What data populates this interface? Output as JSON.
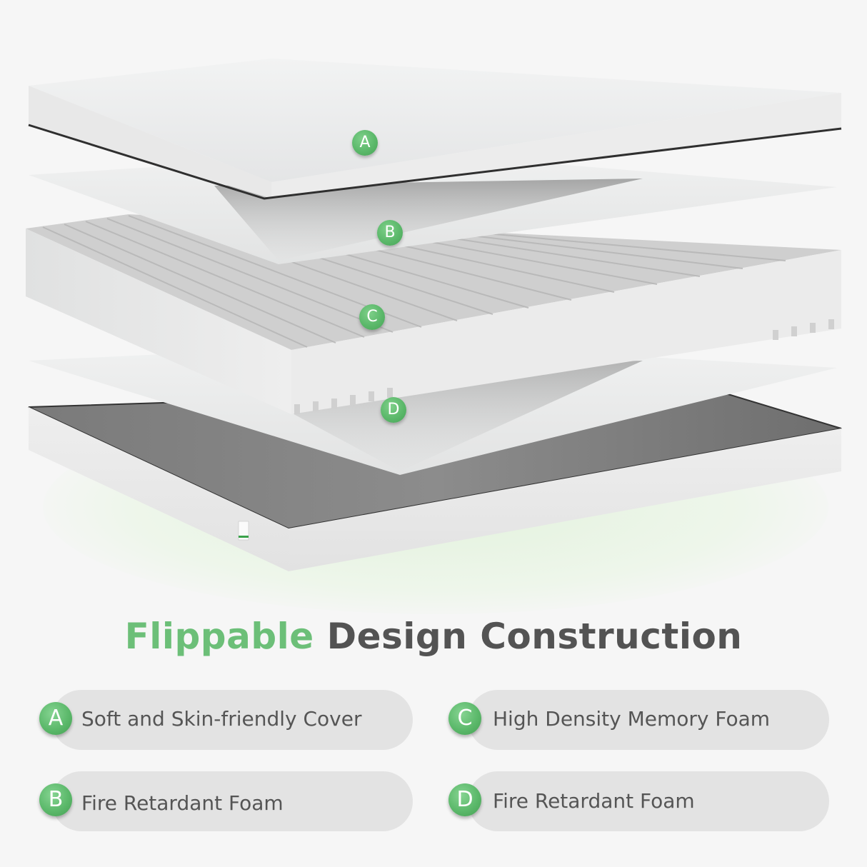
{
  "heading": {
    "highlight": "Flippable",
    "rest": "Design Construction",
    "highlight_color": "#6cbf78",
    "rest_color": "#535353"
  },
  "layers": [
    {
      "letter": "A",
      "label": "Soft and Skin-friendly Cover"
    },
    {
      "letter": "B",
      "label": "Fire Retardant Foam"
    },
    {
      "letter": "C",
      "label": "High Density Memory Foam"
    },
    {
      "letter": "D",
      "label": "Fire Retardant Foam"
    }
  ],
  "colors": {
    "accent_green": "#5bb86a",
    "pill_background": "#e3e3e3",
    "page_background": "#f6f6f6",
    "text_gray": "#555555"
  }
}
